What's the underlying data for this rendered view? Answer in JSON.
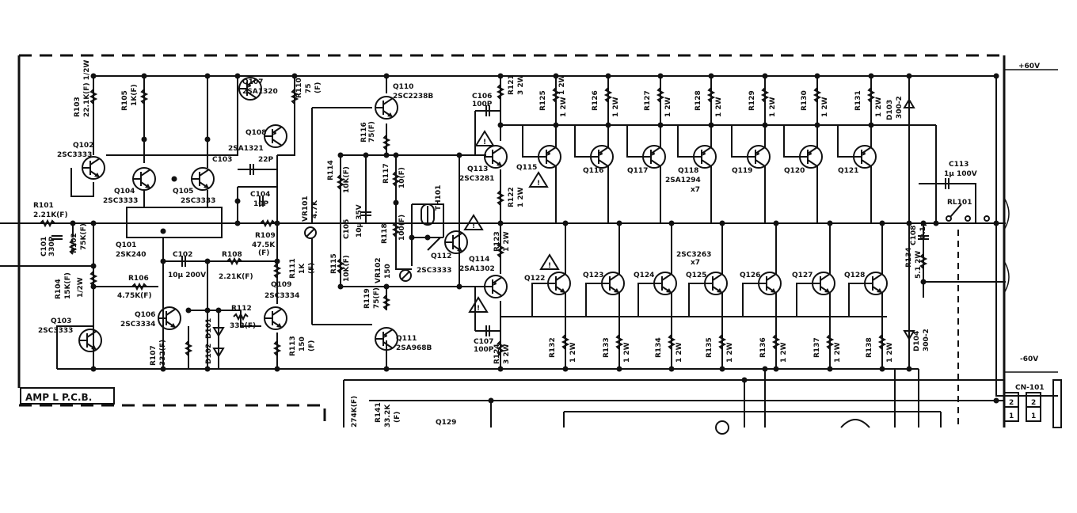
{
  "board": {
    "title": "AMP L P.C.B.",
    "rail_pos": "+60V",
    "rail_neg": "-60V",
    "connector": "CN-101",
    "pins": [
      "2",
      "1",
      "2",
      "1"
    ]
  },
  "labels": [
    {
      "id": "r103",
      "text": "R103"
    },
    {
      "id": "r103v",
      "text": "22.1K(F) 1/2W"
    },
    {
      "id": "r105",
      "text": "R105"
    },
    {
      "id": "r105v",
      "text": "1K(F)"
    },
    {
      "id": "q107",
      "text": "Q107"
    },
    {
      "id": "q107v",
      "text": "2SA1320"
    },
    {
      "id": "r110",
      "text": "R110"
    },
    {
      "id": "r110v",
      "text": "75"
    },
    {
      "id": "r110f",
      "text": "(F)"
    },
    {
      "id": "q108",
      "text": "Q108"
    },
    {
      "id": "q108v",
      "text": "2SA1321"
    },
    {
      "id": "c103",
      "text": "C103"
    },
    {
      "id": "c103v",
      "text": "22P"
    },
    {
      "id": "q110",
      "text": "Q110"
    },
    {
      "id": "q110v",
      "text": "2SC2238B"
    },
    {
      "id": "r116",
      "text": "R116"
    },
    {
      "id": "r116v",
      "text": "75(F)"
    },
    {
      "id": "q102",
      "text": "Q102"
    },
    {
      "id": "q102v",
      "text": "2SC3333"
    },
    {
      "id": "q104",
      "text": "Q104"
    },
    {
      "id": "q104v",
      "text": "2SC3333"
    },
    {
      "id": "q105",
      "text": "Q105"
    },
    {
      "id": "q105v",
      "text": "2SC3333"
    },
    {
      "id": "c104",
      "text": "C104"
    },
    {
      "id": "c104v",
      "text": "10P"
    },
    {
      "id": "vr101",
      "text": "VR101"
    },
    {
      "id": "vr101v",
      "text": "4.7K"
    },
    {
      "id": "r114",
      "text": "R114"
    },
    {
      "id": "r114v",
      "text": "10K(F)"
    },
    {
      "id": "r117",
      "text": "R117"
    },
    {
      "id": "r117v",
      "text": "10(F)"
    },
    {
      "id": "th101",
      "text": "TH101"
    },
    {
      "id": "c105",
      "text": "C105"
    },
    {
      "id": "c105v",
      "text": "10μ 35V"
    },
    {
      "id": "r118",
      "text": "R118"
    },
    {
      "id": "r118v",
      "text": "100(F)"
    },
    {
      "id": "r101",
      "text": "R101"
    },
    {
      "id": "r101v",
      "text": "2.21K(F)"
    },
    {
      "id": "c101",
      "text": "C101"
    },
    {
      "id": "c101v",
      "text": "330P"
    },
    {
      "id": "r102",
      "text": "R102"
    },
    {
      "id": "r102v",
      "text": "75K(F)"
    },
    {
      "id": "q101",
      "text": "Q101"
    },
    {
      "id": "q101v",
      "text": "2SK240"
    },
    {
      "id": "r109",
      "text": "R109"
    },
    {
      "id": "r109v",
      "text": "47.5K"
    },
    {
      "id": "r109f",
      "text": "(F)"
    },
    {
      "id": "c102",
      "text": "C102"
    },
    {
      "id": "c102v",
      "text": "10μ 200V"
    },
    {
      "id": "r108",
      "text": "R108"
    },
    {
      "id": "r108v",
      "text": "2.21K(F)"
    },
    {
      "id": "r111",
      "text": "R111"
    },
    {
      "id": "r111v",
      "text": "1K"
    },
    {
      "id": "r111f",
      "text": "(F)"
    },
    {
      "id": "r115",
      "text": "R115"
    },
    {
      "id": "r115v",
      "text": "10K(F)"
    },
    {
      "id": "vr102",
      "text": "VR102"
    },
    {
      "id": "vr102v",
      "text": "150"
    },
    {
      "id": "q112",
      "text": "Q112"
    },
    {
      "id": "q112v",
      "text": "2SC3333"
    },
    {
      "id": "r104",
      "text": "R104"
    },
    {
      "id": "r104v",
      "text": "15K(F)"
    },
    {
      "id": "r104w",
      "text": "1/2W"
    },
    {
      "id": "r106",
      "text": "R106"
    },
    {
      "id": "r106v",
      "text": "4.75K(F)"
    },
    {
      "id": "q109",
      "text": "Q109"
    },
    {
      "id": "q109v",
      "text": "2SC3334"
    },
    {
      "id": "q106",
      "text": "Q106"
    },
    {
      "id": "q106v",
      "text": "2SC3334"
    },
    {
      "id": "r112",
      "text": "R112"
    },
    {
      "id": "r112v",
      "text": "332(F)"
    },
    {
      "id": "q103",
      "text": "Q103"
    },
    {
      "id": "q103v",
      "text": "2SC3333"
    },
    {
      "id": "d101",
      "text": "D101"
    },
    {
      "id": "d102",
      "text": "D102"
    },
    {
      "id": "r107",
      "text": "R107"
    },
    {
      "id": "r107v",
      "text": "332(F)"
    },
    {
      "id": "r113",
      "text": "R113"
    },
    {
      "id": "r113v",
      "text": "150"
    },
    {
      "id": "r113f",
      "text": "(F)"
    },
    {
      "id": "r119",
      "text": "R119"
    },
    {
      "id": "r119v",
      "text": "75(F)"
    },
    {
      "id": "q111",
      "text": "Q111"
    },
    {
      "id": "q111v",
      "text": "2SA968B"
    },
    {
      "id": "c106",
      "text": "C106"
    },
    {
      "id": "c106v",
      "text": "100P"
    },
    {
      "id": "r121",
      "text": "R121"
    },
    {
      "id": "r121v",
      "text": "3 2W"
    },
    {
      "id": "q113",
      "text": "Q113"
    },
    {
      "id": "q113v",
      "text": "2SC3281"
    },
    {
      "id": "r122",
      "text": "R122"
    },
    {
      "id": "r122v",
      "text": "1 2W"
    },
    {
      "id": "r123",
      "text": "R123"
    },
    {
      "id": "r123v",
      "text": "1 2W"
    },
    {
      "id": "q114",
      "text": "Q114"
    },
    {
      "id": "q114v",
      "text": "2SA1302"
    },
    {
      "id": "c107",
      "text": "C107"
    },
    {
      "id": "c107v",
      "text": "100P"
    },
    {
      "id": "r124",
      "text": "R124"
    },
    {
      "id": "r124v",
      "text": "3 2W"
    },
    {
      "id": "q115",
      "text": "Q115"
    },
    {
      "id": "q116",
      "text": "Q116"
    },
    {
      "id": "q117",
      "text": "Q117"
    },
    {
      "id": "q118",
      "text": "Q118"
    },
    {
      "id": "q118v",
      "text": "2SA1294"
    },
    {
      "id": "q118x",
      "text": "x7"
    },
    {
      "id": "q119",
      "text": "Q119"
    },
    {
      "id": "q120",
      "text": "Q120"
    },
    {
      "id": "q121",
      "text": "Q121"
    },
    {
      "id": "q122",
      "text": "Q122"
    },
    {
      "id": "q123",
      "text": "Q123"
    },
    {
      "id": "q124",
      "text": "Q124"
    },
    {
      "id": "q125",
      "text": "Q125"
    },
    {
      "id": "q125v",
      "text": "2SC3263"
    },
    {
      "id": "q125x",
      "text": "x7"
    },
    {
      "id": "q126",
      "text": "Q126"
    },
    {
      "id": "q127",
      "text": "Q127"
    },
    {
      "id": "q128",
      "text": "Q128"
    },
    {
      "id": "r125",
      "text": "R125"
    },
    {
      "id": "r126",
      "text": "R126"
    },
    {
      "id": "r127",
      "text": "R127"
    },
    {
      "id": "r128",
      "text": "R128"
    },
    {
      "id": "r129",
      "text": "R129"
    },
    {
      "id": "r130",
      "text": "R130"
    },
    {
      "id": "r131",
      "text": "R131"
    },
    {
      "id": "r132",
      "text": "R132"
    },
    {
      "id": "r133",
      "text": "R133"
    },
    {
      "id": "r134",
      "text": "R134"
    },
    {
      "id": "r135",
      "text": "R135"
    },
    {
      "id": "r136",
      "text": "R136"
    },
    {
      "id": "r137",
      "text": "R137"
    },
    {
      "id": "r138",
      "text": "R138"
    },
    {
      "id": "w2",
      "text": "1 2W"
    },
    {
      "id": "d103",
      "text": "D103"
    },
    {
      "id": "d103v",
      "text": "300-2"
    },
    {
      "id": "d104",
      "text": "D104"
    },
    {
      "id": "d104v",
      "text": "300-2"
    },
    {
      "id": "c113",
      "text": "C113"
    },
    {
      "id": "c113v",
      "text": "1μ 100V"
    },
    {
      "id": "rl101",
      "text": "RL101"
    },
    {
      "id": "r134b",
      "text": "R134"
    },
    {
      "id": "r134bv",
      "text": "5.1 2W"
    },
    {
      "id": "c108",
      "text": "C108"
    },
    {
      "id": "c108v",
      "text": "0.1μ"
    },
    {
      "id": "r140",
      "text": "274K(F)"
    },
    {
      "id": "r141",
      "text": "R141"
    },
    {
      "id": "r141v",
      "text": "33.2K"
    },
    {
      "id": "r141f",
      "text": "(F)"
    },
    {
      "id": "q129",
      "text": "Q129"
    },
    {
      "id": "warn",
      "text": "!"
    }
  ]
}
